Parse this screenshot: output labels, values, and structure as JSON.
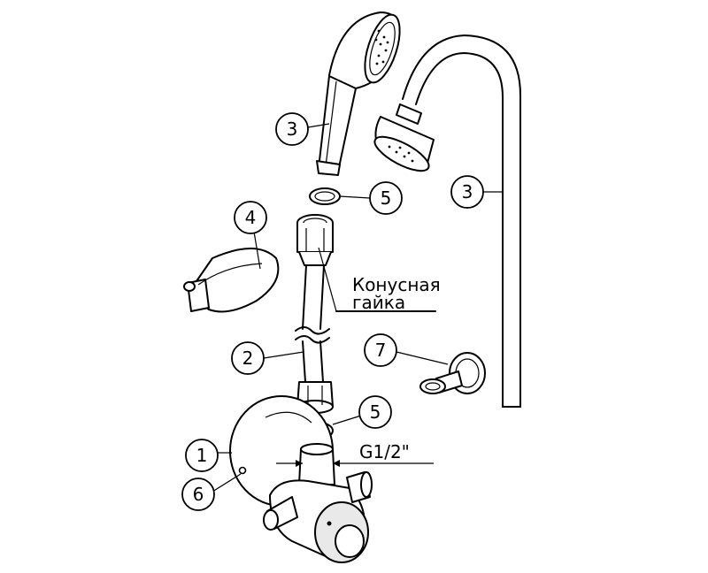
{
  "callouts": {
    "hand_shower": "3",
    "shower_rail": "3",
    "gasket_top": "5",
    "holder": "4",
    "hose": "2",
    "wall_flange": "7",
    "gasket_bottom": "5",
    "mixer": "1",
    "screw": "6"
  },
  "labels": {
    "cone_nut_line1": "Конусная",
    "cone_nut_line2": "гайка",
    "thread_size": "G1/2\""
  }
}
